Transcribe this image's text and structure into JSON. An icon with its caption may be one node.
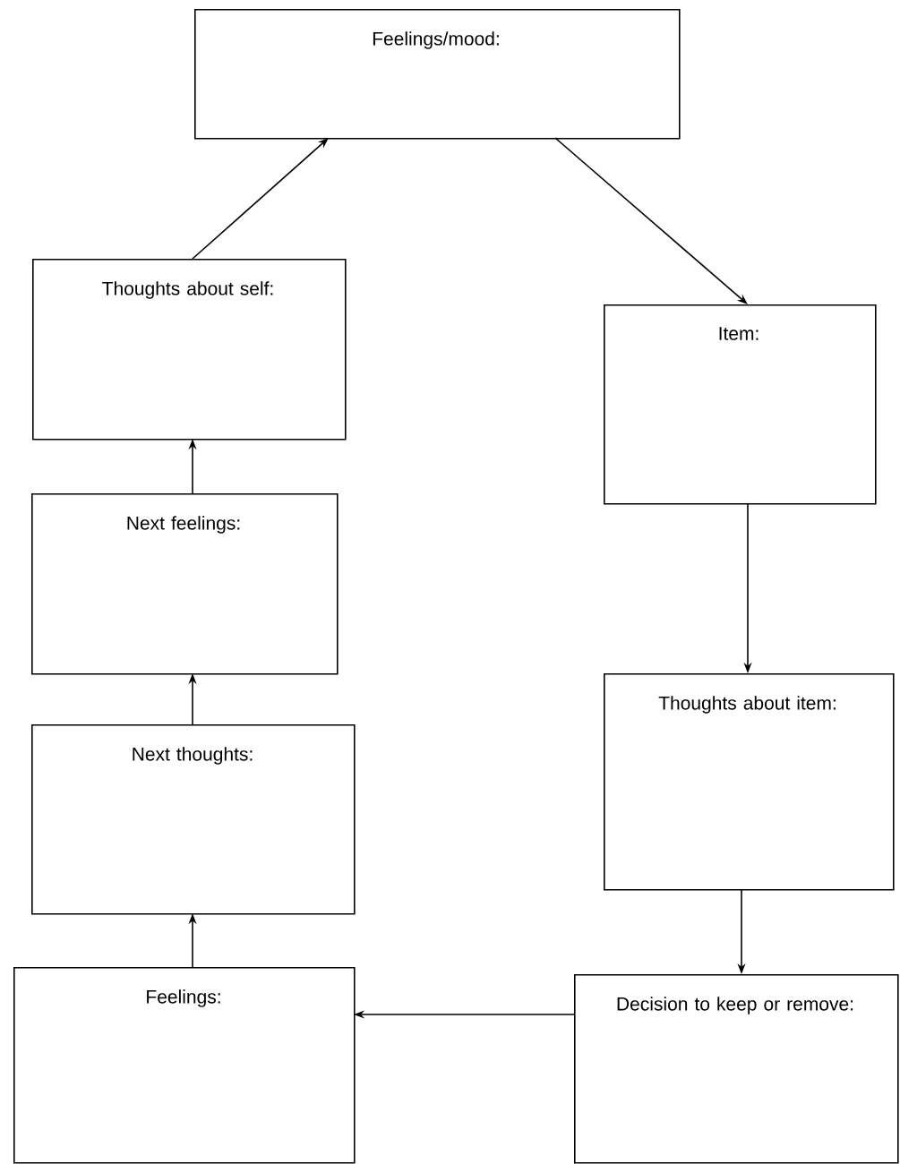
{
  "diagram": {
    "nodes": [
      {
        "text": [
          "Feelings/mood:"
        ]
      },
      {
        "text": [
          "Thoughts about self:"
        ]
      },
      {
        "text": [
          "Item:"
        ]
      },
      {
        "text": [
          "Next feelings:"
        ]
      },
      {
        "text": [
          "Thoughts about item:"
        ]
      },
      {
        "text": [
          "Next thoughts:"
        ]
      },
      {
        "text": [
          "Feelings:"
        ]
      },
      {
        "text": [
          "Decision to keep or remove:"
        ]
      }
    ],
    "edges": [
      {
        "from": 0,
        "to": 2,
        "arrow": "to"
      },
      {
        "from": 2,
        "to": 4,
        "arrow": "to"
      },
      {
        "from": 4,
        "to": 7,
        "arrow": "to"
      },
      {
        "from": 7,
        "to": 6,
        "arrow": "to"
      },
      {
        "from": 6,
        "to": 5,
        "arrow": "to"
      },
      {
        "from": 5,
        "to": 3,
        "arrow": "to"
      },
      {
        "from": 3,
        "to": 1,
        "arrow": "to"
      },
      {
        "from": 1,
        "to": 0,
        "arrow": "to"
      }
    ]
  }
}
